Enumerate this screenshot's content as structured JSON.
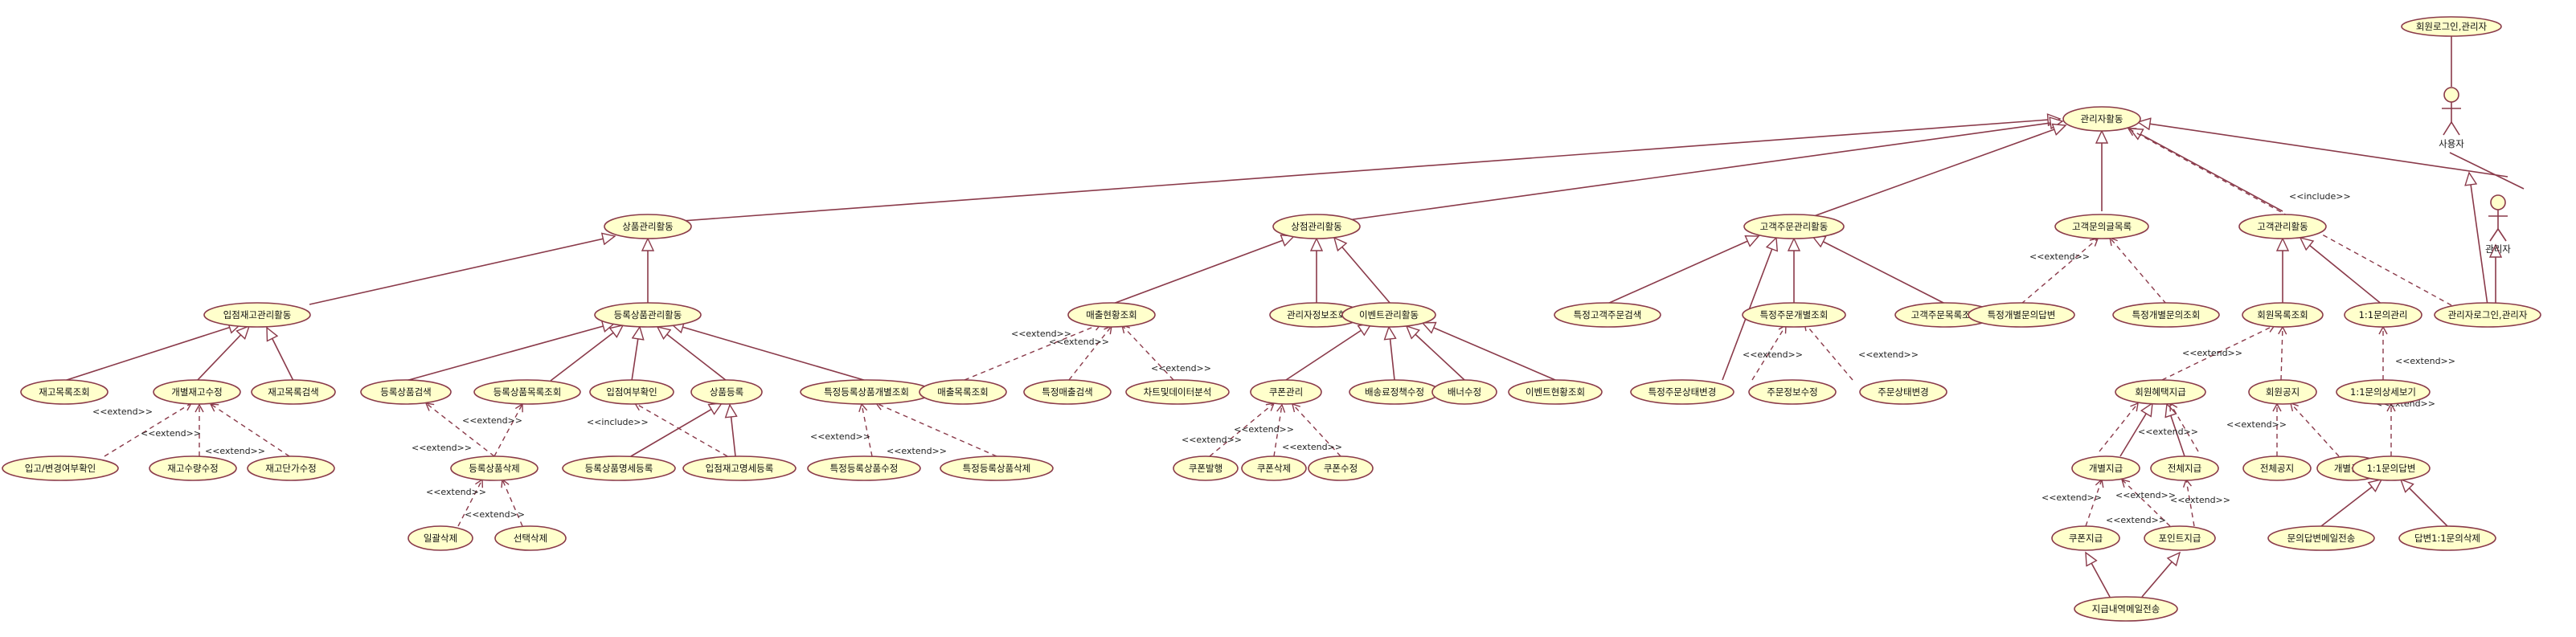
{
  "stereotypes": {
    "extend": "<<extend>>",
    "include": "<<include>>"
  },
  "colors": {
    "line": "#8a3a4a",
    "ellipse_fill": "#ffffcc",
    "background": "#ffffff"
  },
  "actors": [
    {
      "id": "member_actor",
      "label": "사용자"
    },
    {
      "id": "admin_actor",
      "label": "관리자"
    }
  ],
  "nodes": [
    {
      "id": "member_login",
      "label": "회원로그인,관리자"
    },
    {
      "id": "admin_activity",
      "label": "관리자활동"
    },
    {
      "id": "product_mgmt",
      "label": "상품관리활동"
    },
    {
      "id": "store_mgmt",
      "label": "상점관리활동"
    },
    {
      "id": "order_mgmt",
      "label": "고객주문관리활동"
    },
    {
      "id": "inquiry_list",
      "label": "고객문의글목록"
    },
    {
      "id": "customer_mgmt",
      "label": "고객관리활동"
    },
    {
      "id": "stock_mgmt",
      "label": "입점재고관리활동"
    },
    {
      "id": "reg_product_mgmt",
      "label": "등록상품관리활동"
    },
    {
      "id": "sales_view",
      "label": "매출현황조회"
    },
    {
      "id": "admin_info",
      "label": "관리자정보조회"
    },
    {
      "id": "event_mgmt",
      "label": "이벤트관리활동"
    },
    {
      "id": "specific_customer_search",
      "label": "특정고객주문검색"
    },
    {
      "id": "specific_order_view",
      "label": "특정주문개별조회"
    },
    {
      "id": "customer_order_list",
      "label": "고객주문목록조회"
    },
    {
      "id": "specific_inquiry_answer",
      "label": "특정개별문의답변"
    },
    {
      "id": "specific_inquiry_view",
      "label": "특정개별문의조회"
    },
    {
      "id": "member_list",
      "label": "회원목록조회"
    },
    {
      "id": "inquiry_manage",
      "label": "1:1문의관리"
    },
    {
      "id": "admin_login",
      "label": "관리자로그인,관리자"
    },
    {
      "id": "stock_list",
      "label": "재고목록조회"
    },
    {
      "id": "individual_stock_edit",
      "label": "개별재고수정"
    },
    {
      "id": "stock_search",
      "label": "재고목록검색"
    },
    {
      "id": "reg_product_search",
      "label": "등록상품검색"
    },
    {
      "id": "reg_product_list",
      "label": "등록상품목록조회"
    },
    {
      "id": "stock_yn",
      "label": "입점여부확인"
    },
    {
      "id": "product_register",
      "label": "상품등록"
    },
    {
      "id": "specific_reg_product_view",
      "label": "특정등록상품개별조회"
    },
    {
      "id": "inout_change",
      "label": "입고/변경여부확인"
    },
    {
      "id": "stock_qty_edit",
      "label": "재고수량수정"
    },
    {
      "id": "stock_price_edit",
      "label": "재고단가수정"
    },
    {
      "id": "reg_product_delete",
      "label": "등록상품삭제"
    },
    {
      "id": "bulk_delete",
      "label": "일괄삭제"
    },
    {
      "id": "select_delete",
      "label": "선택삭제"
    },
    {
      "id": "reg_product_detail_reg",
      "label": "등록상품명세등록"
    },
    {
      "id": "stock_detail_reg",
      "label": "입점재고명세등록"
    },
    {
      "id": "specific_reg_edit",
      "label": "특정등록상품수정"
    },
    {
      "id": "specific_reg_delete",
      "label": "특정등록상품삭제"
    },
    {
      "id": "sales_list",
      "label": "매출목록조회"
    },
    {
      "id": "specific_sales_search",
      "label": "특정매출검색"
    },
    {
      "id": "chart_analysis",
      "label": "차트및데이터분석"
    },
    {
      "id": "coupon_mgmt",
      "label": "쿠폰관리"
    },
    {
      "id": "delivery_edit",
      "label": "배송료정책수정"
    },
    {
      "id": "banner_edit",
      "label": "배너수정"
    },
    {
      "id": "event_status",
      "label": "이벤트현황조회"
    },
    {
      "id": "coupon_issue",
      "label": "쿠폰발행"
    },
    {
      "id": "coupon_delete",
      "label": "쿠폰삭제"
    },
    {
      "id": "coupon_edit",
      "label": "쿠폰수정"
    },
    {
      "id": "specific_order_state",
      "label": "특정주문상태변경"
    },
    {
      "id": "order_info_edit",
      "label": "주문정보수정"
    },
    {
      "id": "order_state_change",
      "label": "주문상태변경"
    },
    {
      "id": "member_benefit",
      "label": "회원혜택지급"
    },
    {
      "id": "member_notice",
      "label": "회원공지"
    },
    {
      "id": "inquiry_detail",
      "label": "1:1문의상세보기"
    },
    {
      "id": "individual_pay",
      "label": "개별지급"
    },
    {
      "id": "all_pay",
      "label": "전체지급"
    },
    {
      "id": "all_notice",
      "label": "전체공지"
    },
    {
      "id": "individual_notice",
      "label": "개별공지"
    },
    {
      "id": "inquiry_answer",
      "label": "1:1문의답변"
    },
    {
      "id": "coupon_pay",
      "label": "쿠폰지급"
    },
    {
      "id": "point_pay",
      "label": "포인트지급"
    },
    {
      "id": "answer_mail",
      "label": "문의답변메일전송"
    },
    {
      "id": "answer_delete",
      "label": "답변1:1문의삭제"
    },
    {
      "id": "pay_history_mail",
      "label": "지급내역메일전송"
    }
  ]
}
